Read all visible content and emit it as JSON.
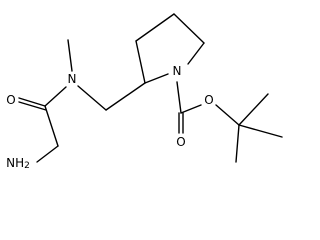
{
  "molecule": {
    "atoms": {
      "n_methyl": "N",
      "o_carbonyl_left": "O",
      "n_amine": "NH2",
      "n_ring": "N",
      "o_carbamate_carbonyl": "O",
      "o_ester": "O"
    },
    "colors": {
      "bond": "#000000",
      "label": "#000000",
      "background": "#ffffff"
    }
  }
}
